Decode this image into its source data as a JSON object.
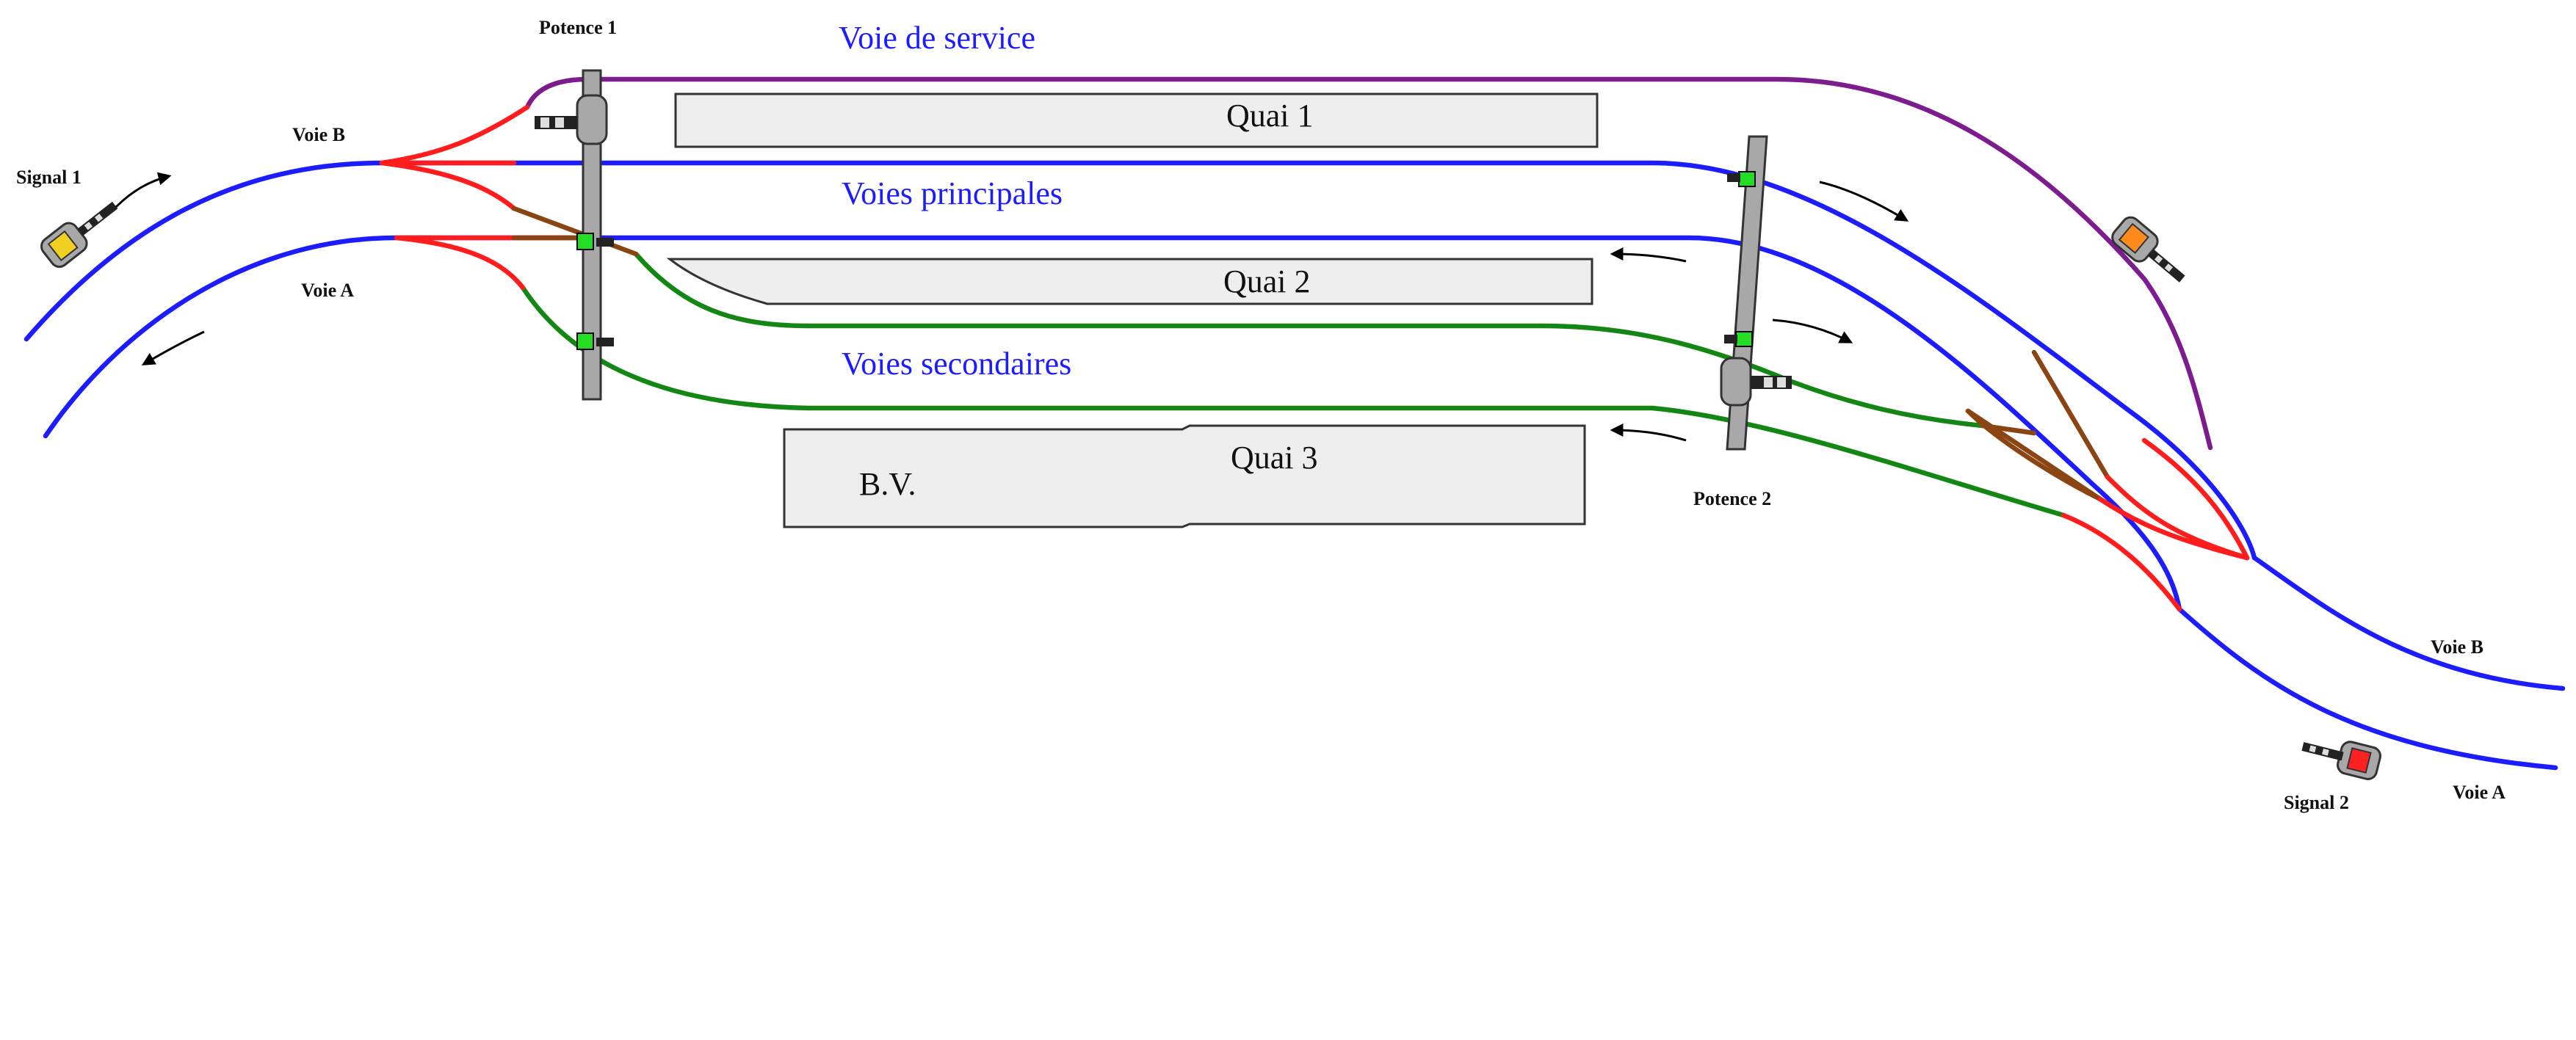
{
  "colors": {
    "main_track": "#1c1cff",
    "secondary_track": "#138713",
    "service_track": "#7d1c8f",
    "switch": "#ff1c1c",
    "crossover": "#8b4513",
    "platform": "#eeeeee",
    "gantry": "#a8a8a8",
    "signal_green": "#22dd22"
  },
  "labels": {
    "voie_service": "Voie de service",
    "voies_principales": "Voies principales",
    "voies_secondaires": "Voies secondaires",
    "quai1": "Quai 1",
    "quai2": "Quai 2",
    "quai3": "Quai 3",
    "bv": "B.V.",
    "potence1": "Potence 1",
    "potence2": "Potence 2",
    "voie_b_left": "Voie B",
    "voie_a_left": "Voie A",
    "voie_b_right": "Voie B",
    "voie_a_right": "Voie A",
    "signal1": "Signal 1",
    "signal2": "Signal 2"
  },
  "icons": [
    "signal-1-icon",
    "signal-2-icon",
    "service-signal-icon",
    "direction-arrow-icon"
  ]
}
